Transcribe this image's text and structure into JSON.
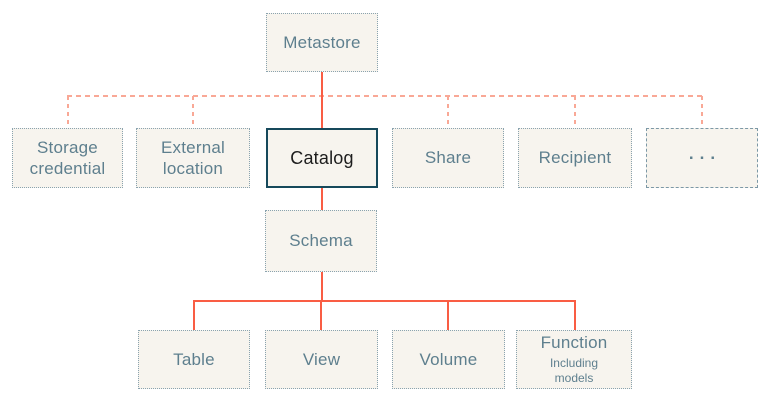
{
  "diagram": {
    "nodes": {
      "metastore": {
        "label": "Metastore"
      },
      "storage_credential": {
        "label": "Storage credential"
      },
      "external_location": {
        "label": "External location"
      },
      "catalog": {
        "label": "Catalog"
      },
      "share": {
        "label": "Share"
      },
      "recipient": {
        "label": "Recipient"
      },
      "ellipsis": {
        "label": "..."
      },
      "schema": {
        "label": "Schema"
      },
      "table": {
        "label": "Table"
      },
      "view": {
        "label": "View"
      },
      "volume": {
        "label": "Volume"
      },
      "function": {
        "label": "Function",
        "sublabel": "Including models"
      }
    },
    "colors": {
      "background": "#FFFFFF",
      "node_fill": "#F7F4EE",
      "node_border": "#8AA3AF",
      "node_text": "#5E7F8E",
      "catalog_border": "#16495B",
      "catalog_text": "#1D1D1D",
      "solid_connector": "#F95D44",
      "dashed_connector": "#F9A896"
    }
  }
}
